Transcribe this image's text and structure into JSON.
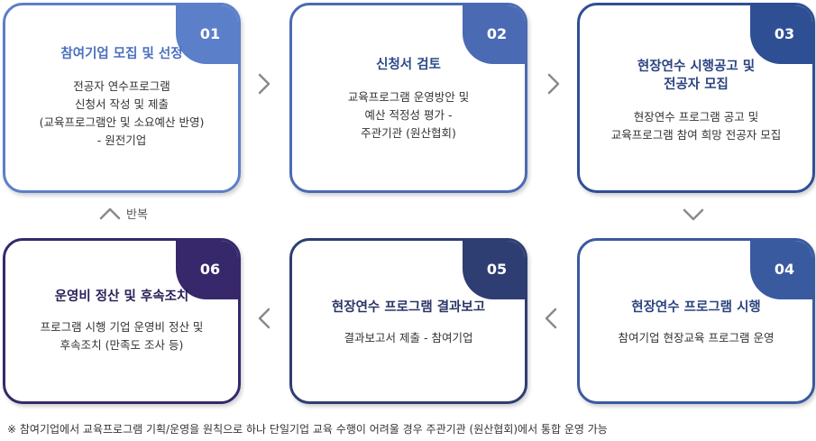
{
  "colors": {
    "step1": "#5b7fc9",
    "step2": "#4a6ab3",
    "step3": "#2f4f95",
    "step4": "#3a5aa0",
    "step5": "#2e3e72",
    "step6": "#36286b",
    "arrow": "#888888"
  },
  "steps": [
    {
      "number": "01",
      "title": "참여기업 모집 및 선정",
      "body": "전공자 연수프로그램\n신청서 작성 및 제출\n(교육프로그램안 및 소요예산 반영)\n- 원전기업"
    },
    {
      "number": "02",
      "title": "신청서 검토",
      "body": "교육프로그램 운영방안 및\n예산 적정성 평가 -\n주관기관 (원산협회)"
    },
    {
      "number": "03",
      "title": "현장연수 시행공고 및\n전공자 모집",
      "body": "현장연수 프로그램 공고 및\n교육프로그램 참여 희망 전공자 모집"
    },
    {
      "number": "04",
      "title": "현장연수 프로그램 시행",
      "body": "참여기업 현장교육 프로그램 운영"
    },
    {
      "number": "05",
      "title": "현장연수 프로그램 결과보고",
      "body": "결과보고서 제출 - 참여기업"
    },
    {
      "number": "06",
      "title": "운영비 정산 및 후속조치",
      "body": "프로그램 시행 기업 운영비 정산 및\n후속조치 (만족도 조사 등)"
    }
  ],
  "repeat_label": "반복",
  "footnote": "※ 참여기업에서 교육프로그램 기획/운영을 원칙으로 하나 단일기업 교육 수행이 어려울 경우 주관기관 (원산협회)에서 통합 운영 가능"
}
